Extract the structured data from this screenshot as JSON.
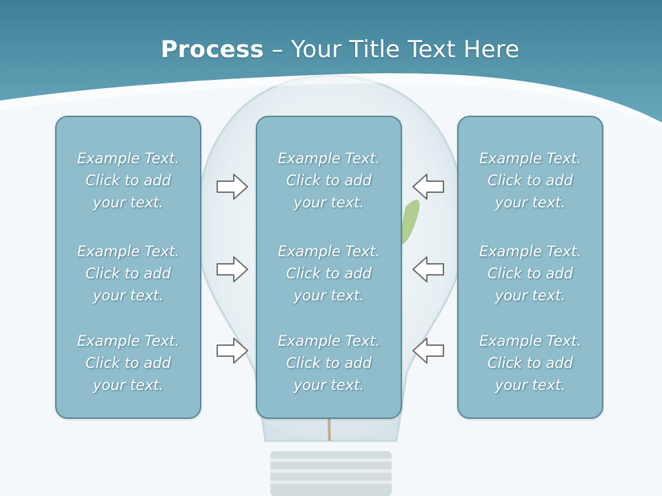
{
  "title": {
    "bold": "Process",
    "rest": " – Your Title Text Here"
  },
  "columns": [
    {
      "items": [
        {
          "l1": "Example Text.",
          "l2": "Click  to add",
          "l3": "your text."
        },
        {
          "l1": "Example Text.",
          "l2": "Click  to add",
          "l3": "your text."
        },
        {
          "l1": "Example Text.",
          "l2": "Click  to add",
          "l3": "your text."
        }
      ]
    },
    {
      "items": [
        {
          "l1": "Example Text.",
          "l2": "Click  to add",
          "l3": "your text."
        },
        {
          "l1": "Example Text.",
          "l2": "Click  to add",
          "l3": "your text."
        },
        {
          "l1": "Example Text.",
          "l2": "Click  to add",
          "l3": "your text."
        }
      ]
    },
    {
      "items": [
        {
          "l1": "Example Text.",
          "l2": "Click  to add",
          "l3": "your text."
        },
        {
          "l1": "Example Text.",
          "l2": "Click  to add",
          "l3": "your text."
        },
        {
          "l1": "Example Text.",
          "l2": "Click  to add",
          "l3": "your text."
        }
      ]
    }
  ],
  "arrows": {
    "left_side": "right-arrow-icon",
    "right_side": "left-arrow-icon"
  },
  "colors": {
    "header": "#4f8ea3",
    "panel": "#8fbdcc",
    "panel_border": "#5a8899"
  }
}
